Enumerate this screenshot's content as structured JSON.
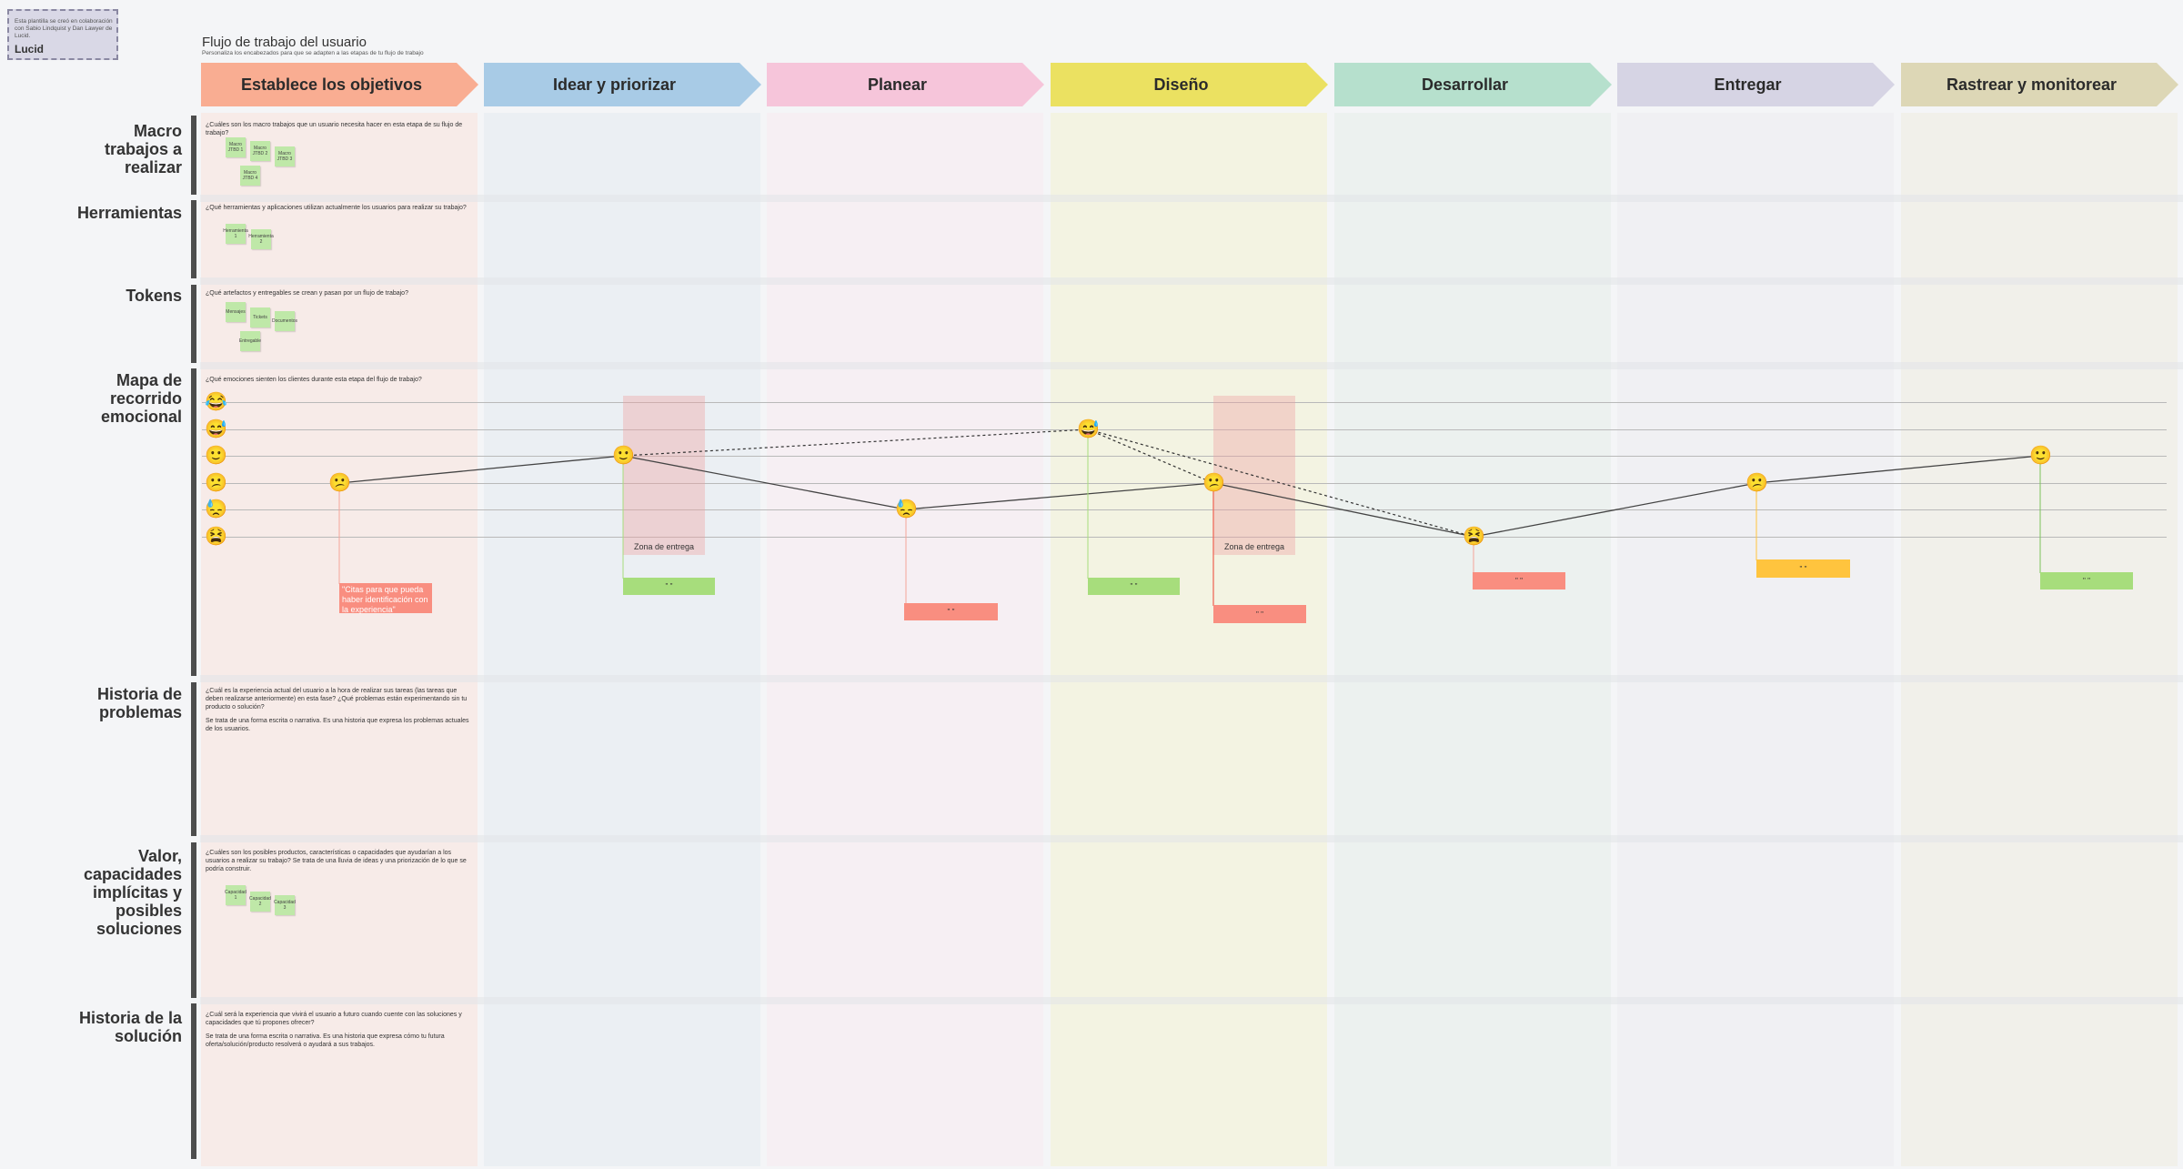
{
  "note": {
    "text": "Esta plantilla se creó en colaboración con Sabio Lindquist y Dan Lawyer de Lucid.",
    "logo": "Lucid"
  },
  "title": "Flujo de trabajo del usuario",
  "subtitle": "Personaliza los encabezados para que se adapten a las etapas de tu flujo de trabajo",
  "columns": [
    {
      "label": "Establece los objetivos",
      "color": "#f9ad92",
      "bg": "#f7ebe8"
    },
    {
      "label": "Idear y priorizar",
      "color": "#a8cbe6",
      "bg": "#ebeff3"
    },
    {
      "label": "Planear",
      "color": "#f6c5da",
      "bg": "#f6eff3"
    },
    {
      "label": "Diseño",
      "color": "#ebe161",
      "bg": "#f3f3e2"
    },
    {
      "label": "Desarrollar",
      "color": "#b6e0cd",
      "bg": "#ecf1ef"
    },
    {
      "label": "Entregar",
      "color": "#d6d4e4",
      "bg": "#f0f0f3"
    },
    {
      "label": "Rastrear y monitorear",
      "color": "#ddd7b6",
      "bg": "#f1f0ea"
    }
  ],
  "rows": [
    {
      "label": "Macro trabajos a realizar",
      "question": "¿Cuáles son los macro trabajos que un usuario necesita hacer en esta etapa de su flujo de trabajo?"
    },
    {
      "label": "Herramientas",
      "question": "¿Qué herramientas y aplicaciones utilizan actualmente los usuarios para realizar su trabajo?"
    },
    {
      "label": "Tokens",
      "question": "¿Qué artefactos y entregables se crean y pasan por un flujo de trabajo?"
    },
    {
      "label": "Mapa de recorrido emocional",
      "question": "¿Qué emociones sienten los clientes durante esta etapa del flujo de trabajo?"
    },
    {
      "label": "Historia de problemas",
      "question": "¿Cuál es la experiencia actual del usuario a la hora de realizar sus tareas (las tareas que deben realizarse anteriormente) en esta fase? ¿Qué problemas están experimentando sin tu producto o solución?",
      "question2": "Se trata de una forma escrita o narrativa. Es una historia que expresa los problemas actuales de los usuarios."
    },
    {
      "label": "Valor, capacidades implícitas y posibles soluciones",
      "question": "¿Cuáles son los posibles productos, características o capacidades que ayudarían a los usuarios a realizar su trabajo? Se trata de una lluvia de ideas y una priorización de lo que se podría construir."
    },
    {
      "label": "Historia de la solución",
      "question": "¿Cuál será la experiencia que vivirá el usuario a futuro cuando cuente con las soluciones y capacidades que tú propones ofrecer?",
      "question2": "Se trata de una forma escrita o narrativa. Es una historia que expresa cómo tu futura oferta/solución/producto resolverá o ayudará a sus trabajos."
    }
  ],
  "stickies": {
    "macro": [
      "Macro JTBD 1",
      "Macro JTBD 2",
      "Macro JTBD 3",
      "Macro JTBD 4"
    ],
    "tools": [
      "Herramienta 1",
      "Herramienta 2"
    ],
    "tokens": [
      "Mensajes",
      "Tickets",
      "Documentos",
      "Entregable"
    ],
    "value": [
      "Capacidad 1",
      "Capacidad 2",
      "Capacidad 3"
    ]
  },
  "emotion_scale": [
    "😂",
    "😅",
    "🙂",
    "😕",
    "😓",
    "😫"
  ],
  "journey_points": [
    "😕",
    "🙂",
    "😓",
    "😅",
    "😕",
    "😫",
    "😕",
    "🙂"
  ],
  "zones": [
    "Zona de entrega",
    "Zona de entrega"
  ],
  "quote": "\"Citas para que pueda haber identificación con la experiencia\"",
  "card_text": "\" \""
}
